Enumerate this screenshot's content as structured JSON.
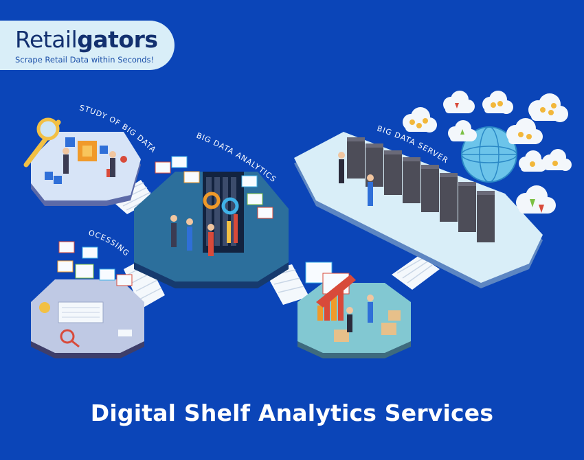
{
  "brand": {
    "name_light": "Retail",
    "name_bold": "gators",
    "tagline": "Scrape Retail Data within Seconds!"
  },
  "scene_labels": {
    "study": "STUDY OF BIG DATA",
    "analytics": "BIG DATA ANALYTICS",
    "server": "BIG DATA SERVER",
    "processing": "OCESSING"
  },
  "headline": "Digital Shelf Analytics Services",
  "colors": {
    "background": "#0b45b8",
    "logo_card": "#d9eef8",
    "logo_text": "#13306f",
    "headline": "#ffffff"
  }
}
